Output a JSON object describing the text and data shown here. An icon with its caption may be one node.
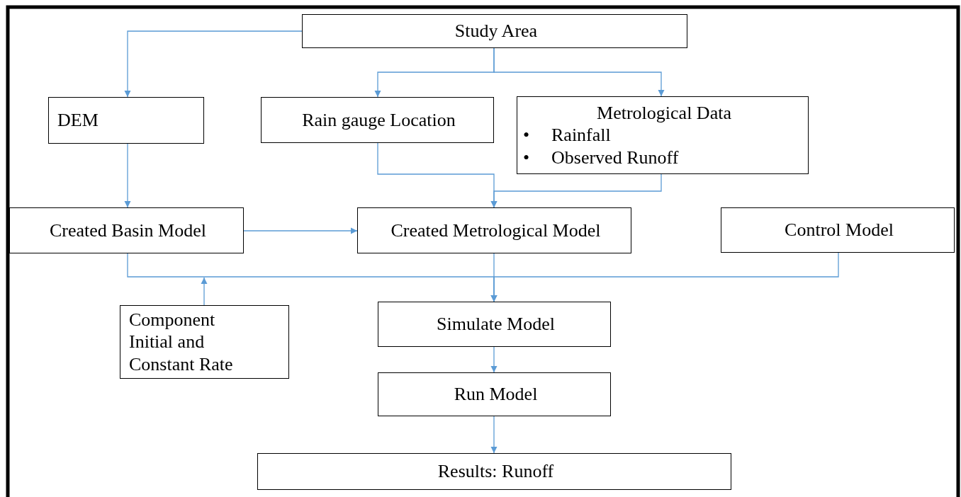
{
  "diagram": {
    "nodes": [
      {
        "text": [
          "Study Area"
        ]
      },
      {
        "text": [
          "DEM"
        ]
      },
      {
        "text": [
          "Rain gauge Location"
        ]
      },
      {
        "text": [
          "Metrological Data",
          "•",
          "Rainfall",
          "•",
          "Observed Runoff"
        ]
      },
      {
        "text": [
          "Created Basin Model"
        ]
      },
      {
        "text": [
          "Created Metrological Model"
        ]
      },
      {
        "text": [
          "Control Model"
        ]
      },
      {
        "text": [
          "Component Initial and Constant Rate"
        ]
      },
      {
        "text": [
          "Simulate Model"
        ]
      },
      {
        "text": [
          "Run Model"
        ]
      },
      {
        "text": [
          "Results: Runoff"
        ]
      }
    ],
    "edges": [
      {
        "from": 0,
        "to": 1,
        "arrow": "to"
      },
      {
        "from": 0,
        "to": 2,
        "arrow": "to"
      },
      {
        "from": 0,
        "to": 3,
        "arrow": "to"
      },
      {
        "from": 1,
        "to": 4,
        "arrow": "to"
      },
      {
        "from": 2,
        "to": 5,
        "arrow": "to"
      },
      {
        "from": 3,
        "to": 5,
        "arrow": "to"
      },
      {
        "from": 4,
        "to": 5,
        "arrow": "to"
      },
      {
        "from": 4,
        "to": 8,
        "arrow": "to"
      },
      {
        "from": 5,
        "to": 8,
        "arrow": "to"
      },
      {
        "from": 6,
        "to": 8,
        "arrow": "to"
      },
      {
        "from": 7,
        "to": null,
        "arrow": "to"
      },
      {
        "from": 8,
        "to": 9,
        "arrow": "to"
      },
      {
        "from": 9,
        "to": 10,
        "arrow": "to"
      }
    ]
  }
}
